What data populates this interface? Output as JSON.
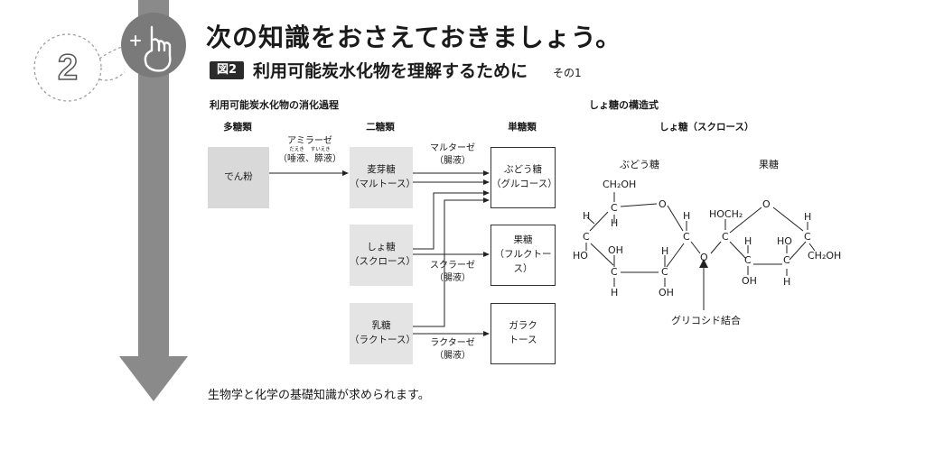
{
  "step_number": "2",
  "title": "次の知識をおさえておきましょう。",
  "figure": {
    "badge": "図2",
    "subtitle": "利用可能炭水化物を理解するために",
    "part": "その1"
  },
  "digestion": {
    "section_label": "利用可能炭水化物の消化過程",
    "column_headers": {
      "polysaccharide": "多糖類",
      "disaccharide": "二糖類",
      "monosaccharide": "単糖類"
    },
    "starch": "でん粉",
    "amylase": {
      "name": "アミラーゼ",
      "source": "（唾液、膵液）",
      "ruby_1": "だえき",
      "ruby_2": "すいえき"
    },
    "maltose": {
      "name": "麦芽糖",
      "sub": "（マルトース）"
    },
    "sucrose": {
      "name": "しょ糖",
      "sub": "（スクロース）"
    },
    "lactose": {
      "name": "乳糖",
      "sub": "（ラクトース）"
    },
    "glucose": {
      "name": "ぶどう糖",
      "sub": "（グルコース）"
    },
    "fructose": {
      "name": "果糖",
      "sub": "（フルクトース）"
    },
    "galactose": {
      "line1": "ガラク",
      "line2": "トース"
    },
    "maltase": {
      "name": "マルターゼ",
      "source": "（腸液）"
    },
    "sucrase": {
      "name": "スクラーゼ",
      "source": "（腸液）"
    },
    "lactase": {
      "name": "ラクターゼ",
      "source": "（腸液）"
    }
  },
  "structure": {
    "section_label": "しょ糖の構造式",
    "heading": "しょ糖（スクロース）",
    "glucose_label": "ぶどう糖",
    "fructose_label": "果糖",
    "bond_label": "グリコシド結合",
    "atoms": {
      "ch2oh": "CH₂OH",
      "hoch2": "HOCH₂",
      "ch2oh_right": "CH₂OH",
      "c": "C",
      "o": "O",
      "h": "H",
      "oh": "OH",
      "ho": "HO"
    }
  },
  "footer": "生物学と化学の基礎知識が求められます。",
  "colors": {
    "arrow": "#8a8a8a",
    "starch_box": "#d9d9d9",
    "disaccharide_box": "#e4e4e4",
    "badge": "#2b2b2b"
  }
}
